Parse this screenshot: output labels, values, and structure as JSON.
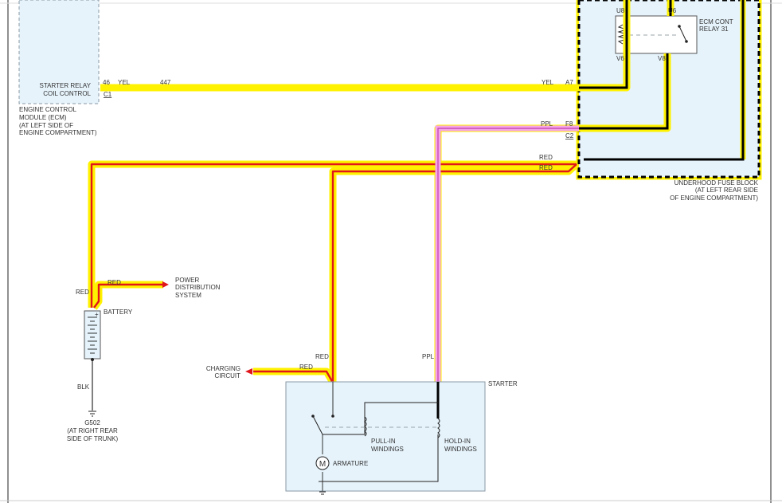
{
  "ecm": {
    "pin_number": "46",
    "wire_color": "YEL",
    "circuit_number": "447",
    "connector": "C1",
    "pin_label_1": "STARTER RELAY",
    "pin_label_2": "COIL CONTROL",
    "name_1": "ENGINE CONTROL",
    "name_2": "MODULE (ECM)",
    "name_3": "(AT LEFT SIDE OF",
    "name_4": "ENGINE COMPARTMENT)"
  },
  "fuse_block": {
    "pin_a7_color": "YEL",
    "pin_a7": "A7",
    "pin_f8_color": "PPL",
    "pin_f8": "F8",
    "connector_c2": "C2",
    "red_1": "RED",
    "red_2": "RED",
    "name_1": "UNDERHOOD FUSE BLOCK",
    "name_2": "(AT LEFT REAR SIDE",
    "name_3": "OF ENGINE COMPARTMENT)"
  },
  "relay": {
    "u8": "U8",
    "u6": "U6",
    "v6": "V6",
    "v8": "V8",
    "name_1": "ECM CONT",
    "name_2": "RELAY 31"
  },
  "battery": {
    "red_label": "RED",
    "red_label_2": "RED",
    "plus": "+",
    "name": "BATTERY",
    "power_1": "POWER",
    "power_2": "DISTRIBUTION",
    "power_3": "SYSTEM",
    "blk": "BLK",
    "ground": "G502",
    "ground_loc_1": "(AT RIGHT REAR",
    "ground_loc_2": "SIDE OF TRUNK)"
  },
  "starter": {
    "name": "STARTER",
    "red_label": "RED",
    "ppl_label": "PPL",
    "charging_red": "RED",
    "charging_1": "CHARGING",
    "charging_2": "CIRCUIT",
    "pullin_1": "PULL-IN",
    "pullin_2": "WINDINGS",
    "holdin_1": "HOLD-IN",
    "holdin_2": "WINDINGS",
    "motor_symbol": "M",
    "armature": "ARMATURE"
  },
  "colors": {
    "highlight": "#fff200",
    "red_wire": "#e0161b",
    "ppl_wire": "#c03bb0",
    "box_fill": "#e6f3fb"
  }
}
